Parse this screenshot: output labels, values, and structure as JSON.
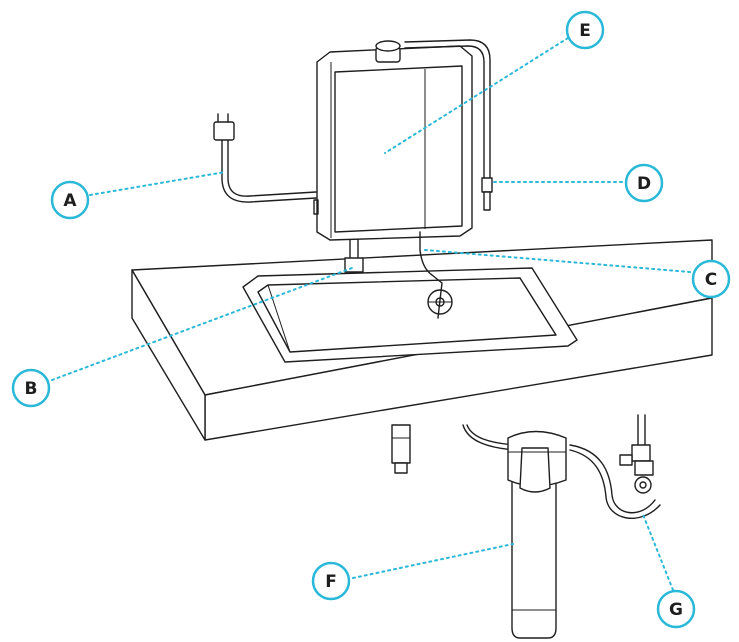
{
  "callouts": [
    {
      "id": "A",
      "label": "A"
    },
    {
      "id": "B",
      "label": "B"
    },
    {
      "id": "C",
      "label": "C"
    },
    {
      "id": "D",
      "label": "D"
    },
    {
      "id": "E",
      "label": "E"
    },
    {
      "id": "F",
      "label": "F"
    },
    {
      "id": "G",
      "label": "G"
    }
  ],
  "colors": {
    "accent": "#2ab8d8",
    "line": "#1e1e1e",
    "background": "#ffffff"
  }
}
